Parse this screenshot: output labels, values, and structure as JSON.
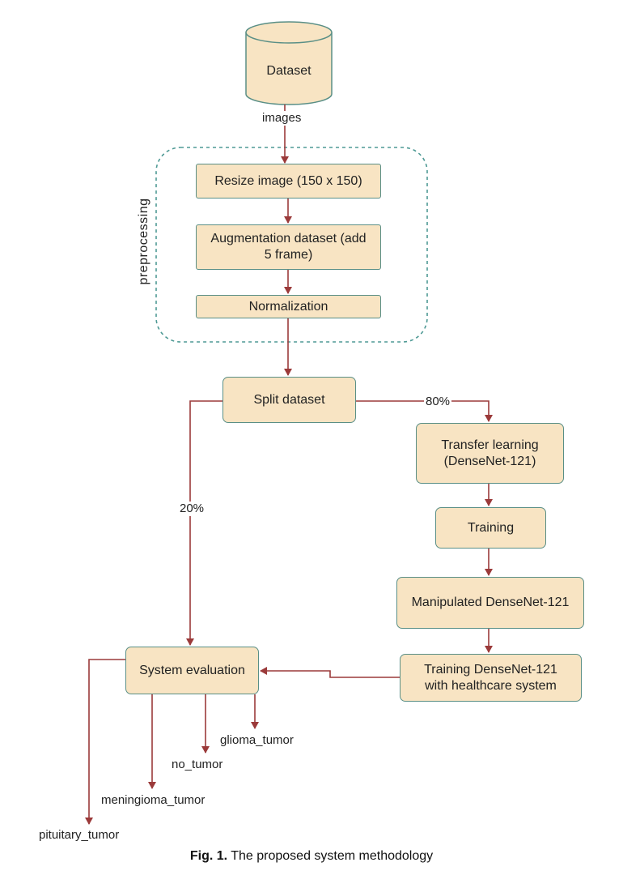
{
  "nodes": {
    "dataset": "Dataset",
    "resize": "Resize image (150 x 150)",
    "augment_line1": "Augmentation dataset (add",
    "augment_line2": "5 frame)",
    "normalization": "Normalization",
    "split": "Split dataset",
    "transfer_line1": "Transfer learning",
    "transfer_line2": "(DenseNet-121)",
    "training": "Training",
    "manipulated": "Manipulated DenseNet-121",
    "training_hc_line1": "Training DenseNet-121",
    "training_hc_line2": "with healthcare system",
    "evaluation": "System evaluation"
  },
  "labels": {
    "images": "images",
    "preprocessing": "preprocessing",
    "pct_80": "80%",
    "pct_20": "20%"
  },
  "outputs": {
    "glioma": "glioma_tumor",
    "no_tumor": "no_tumor",
    "meningioma": "meningioma_tumor",
    "pituitary": "pituitary_tumor"
  },
  "caption": {
    "label": "Fig. 1.",
    "text": " The proposed system methodology"
  },
  "colors": {
    "box_fill": "#f8e4c3",
    "box_border": "#5a8f86",
    "arrow": "#9b3a3a",
    "group_border": "#4f9a95"
  }
}
